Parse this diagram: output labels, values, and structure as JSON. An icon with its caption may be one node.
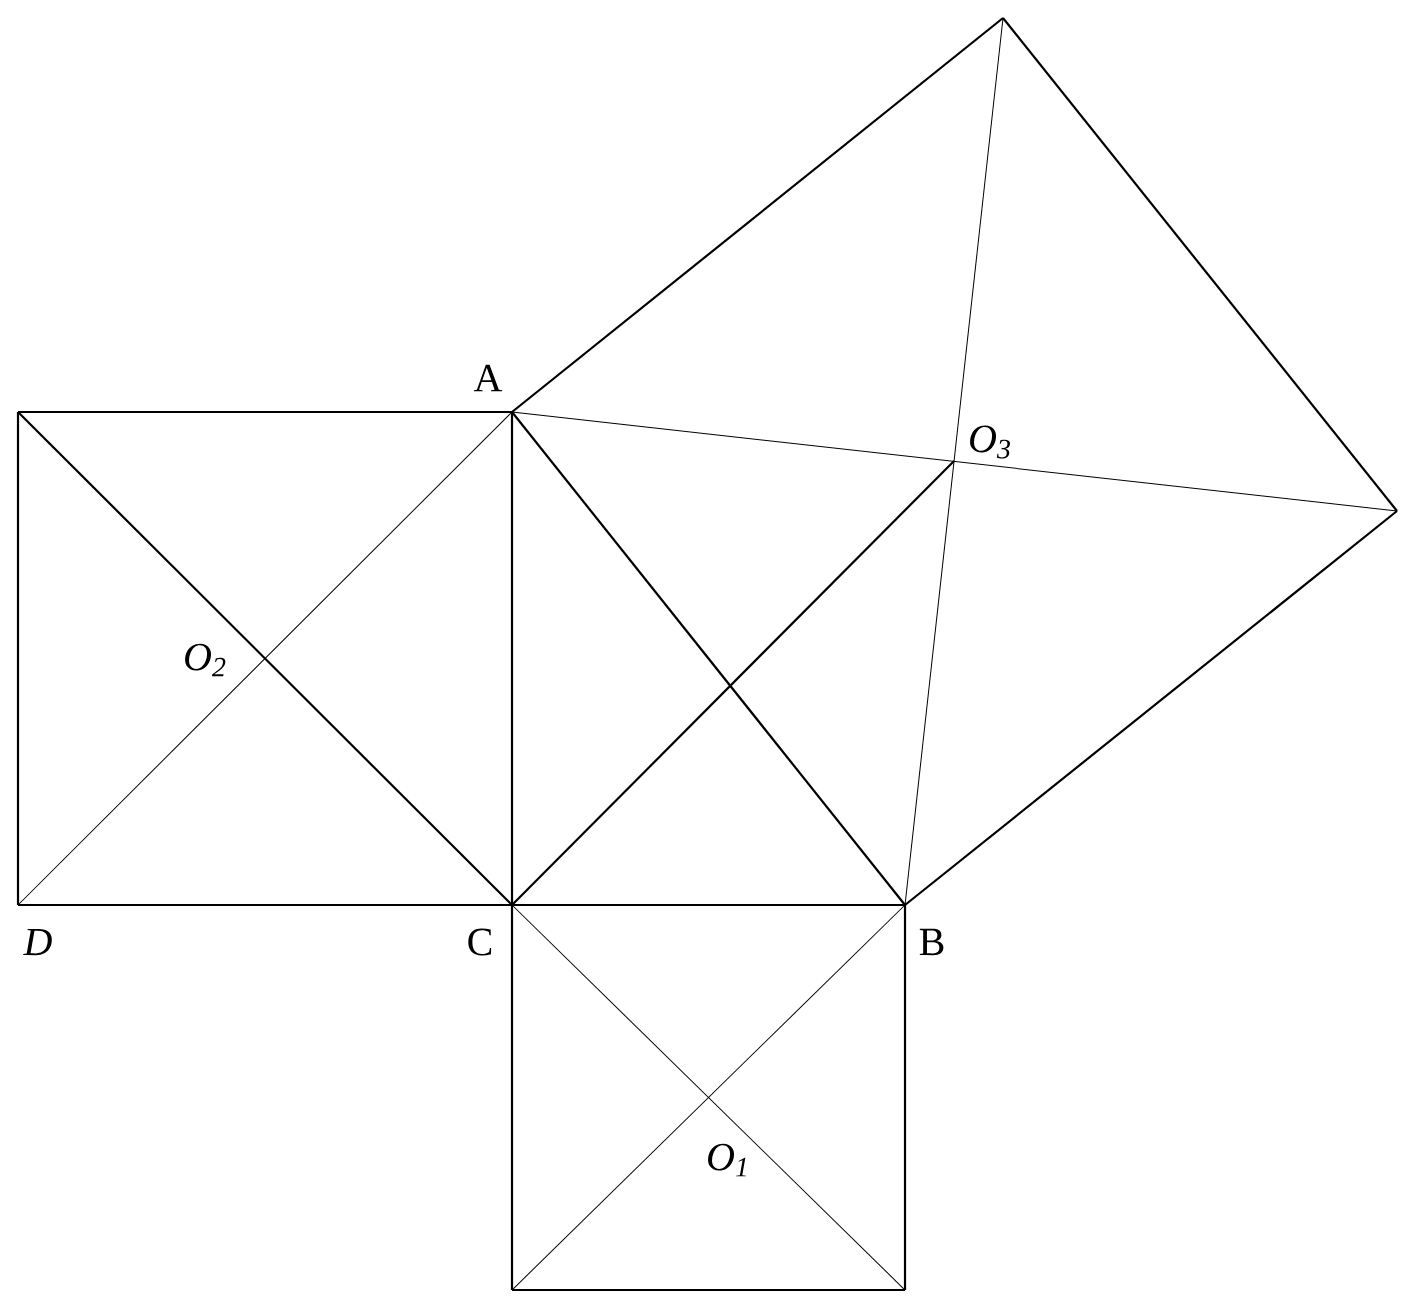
{
  "diagram": {
    "labels": [
      "A",
      "O$_{3}$",
      "O$_{2}$",
      "D",
      "C",
      "B",
      "O$_{1}$"
    ]
  }
}
